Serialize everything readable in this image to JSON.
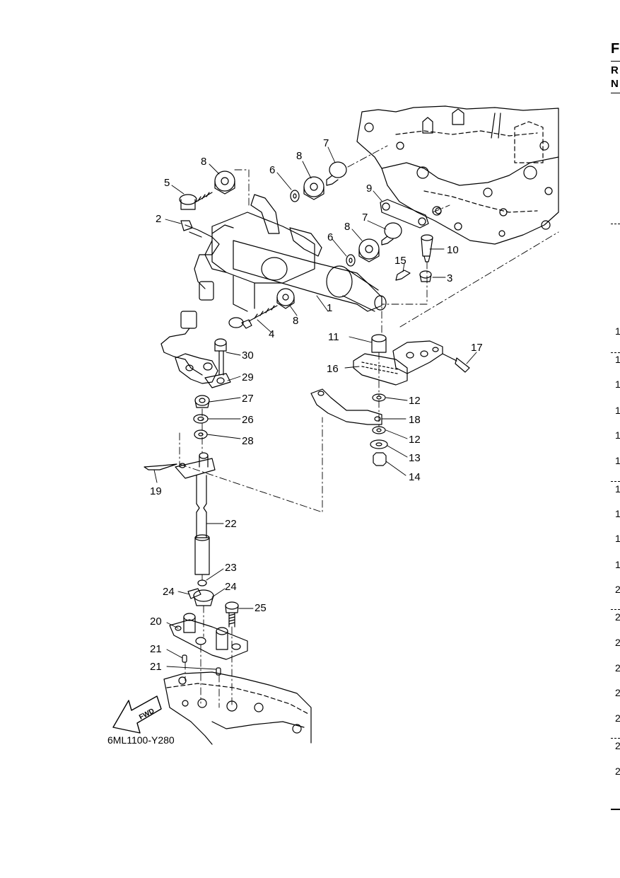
{
  "diagram": {
    "code": "6ML1100-Y280",
    "fwd_label": "FWD",
    "callouts": [
      {
        "id": "c1",
        "text": "1"
      },
      {
        "id": "c2",
        "text": "2"
      },
      {
        "id": "c3",
        "text": "3"
      },
      {
        "id": "c4",
        "text": "4"
      },
      {
        "id": "c5",
        "text": "5"
      },
      {
        "id": "c6a",
        "text": "6"
      },
      {
        "id": "c6b",
        "text": "6"
      },
      {
        "id": "c7a",
        "text": "7"
      },
      {
        "id": "c7b",
        "text": "7"
      },
      {
        "id": "c8a",
        "text": "8"
      },
      {
        "id": "c8b",
        "text": "8"
      },
      {
        "id": "c8c",
        "text": "8"
      },
      {
        "id": "c8d",
        "text": "8"
      },
      {
        "id": "c9",
        "text": "9"
      },
      {
        "id": "c10",
        "text": "10"
      },
      {
        "id": "c11",
        "text": "11"
      },
      {
        "id": "c12a",
        "text": "12"
      },
      {
        "id": "c12b",
        "text": "12"
      },
      {
        "id": "c13",
        "text": "13"
      },
      {
        "id": "c14",
        "text": "14"
      },
      {
        "id": "c15",
        "text": "15"
      },
      {
        "id": "c16",
        "text": "16"
      },
      {
        "id": "c17",
        "text": "17"
      },
      {
        "id": "c18",
        "text": "18"
      },
      {
        "id": "c19",
        "text": "19"
      },
      {
        "id": "c20",
        "text": "20"
      },
      {
        "id": "c21a",
        "text": "21"
      },
      {
        "id": "c21b",
        "text": "21"
      },
      {
        "id": "c22",
        "text": "22"
      },
      {
        "id": "c23",
        "text": "23"
      },
      {
        "id": "c24a",
        "text": "24"
      },
      {
        "id": "c24b",
        "text": "24"
      },
      {
        "id": "c25",
        "text": "25"
      },
      {
        "id": "c26",
        "text": "26"
      },
      {
        "id": "c27",
        "text": "27"
      },
      {
        "id": "c28",
        "text": "28"
      },
      {
        "id": "c29",
        "text": "29"
      },
      {
        "id": "c30",
        "text": "30"
      }
    ]
  },
  "right_edge": {
    "header_letters": [
      "F",
      "R",
      "N"
    ],
    "numbers": [
      "1",
      "1",
      "1",
      "1",
      "1",
      "1",
      "1",
      "1",
      "1",
      "1",
      "2",
      "2",
      "2",
      "2",
      "2",
      "2",
      "2",
      "2"
    ]
  }
}
